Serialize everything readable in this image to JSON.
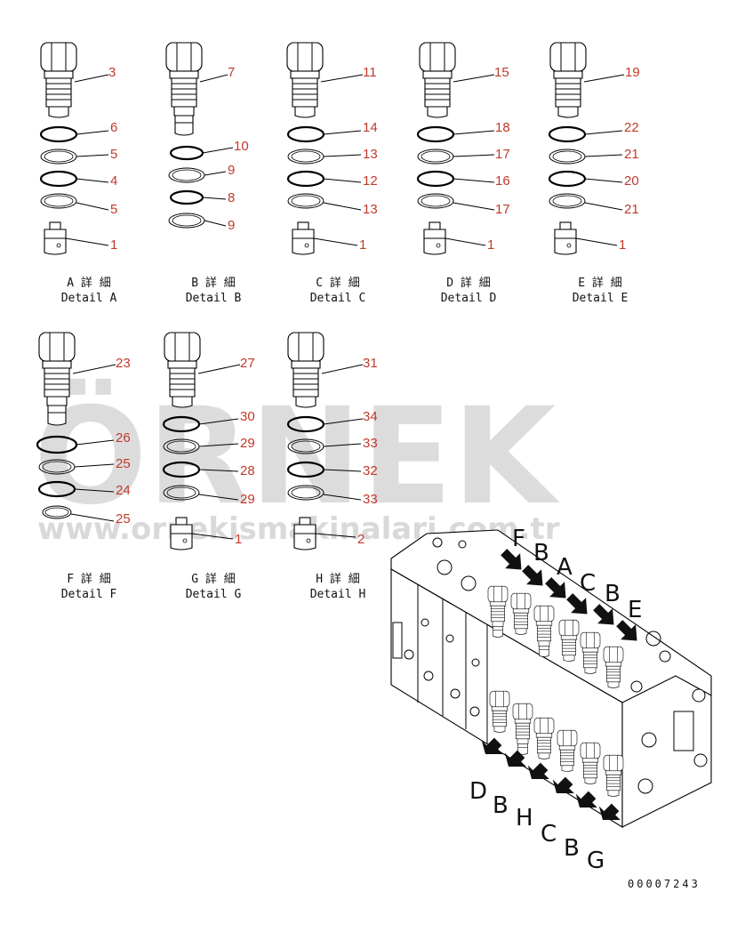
{
  "watermark": {
    "brand": "ÖRNEK",
    "url": "www.ornekismakinalari.com.tr"
  },
  "details": [
    {
      "caption_jp": "A 詳 細",
      "caption_en": "Detail A",
      "labels": [
        "3",
        "6",
        "5",
        "4",
        "5",
        "1"
      ]
    },
    {
      "caption_jp": "B 詳 細",
      "caption_en": "Detail B",
      "labels": [
        "7",
        "10",
        "9",
        "8",
        "9"
      ]
    },
    {
      "caption_jp": "C 詳 細",
      "caption_en": "Detail C",
      "labels": [
        "11",
        "14",
        "13",
        "12",
        "13",
        "1"
      ]
    },
    {
      "caption_jp": "D 詳 細",
      "caption_en": "Detail D",
      "labels": [
        "15",
        "18",
        "17",
        "16",
        "17",
        "1"
      ]
    },
    {
      "caption_jp": "E 詳 細",
      "caption_en": "Detail E",
      "labels": [
        "19",
        "22",
        "21",
        "20",
        "21",
        "1"
      ]
    },
    {
      "caption_jp": "F 詳 細",
      "caption_en": "Detail F",
      "labels": [
        "23",
        "26",
        "25",
        "24",
        "25"
      ]
    },
    {
      "caption_jp": "G 詳 細",
      "caption_en": "Detail G",
      "labels": [
        "27",
        "30",
        "29",
        "28",
        "29",
        "1"
      ]
    },
    {
      "caption_jp": "H 詳 細",
      "caption_en": "Detail H",
      "labels": [
        "31",
        "34",
        "33",
        "32",
        "33",
        "2"
      ]
    }
  ],
  "view_letters_top": [
    "F",
    "B",
    "A",
    "C",
    "B",
    "E"
  ],
  "view_letters_bottom": [
    "D",
    "B",
    "H",
    "C",
    "B",
    "G"
  ],
  "document_number": "00007243"
}
